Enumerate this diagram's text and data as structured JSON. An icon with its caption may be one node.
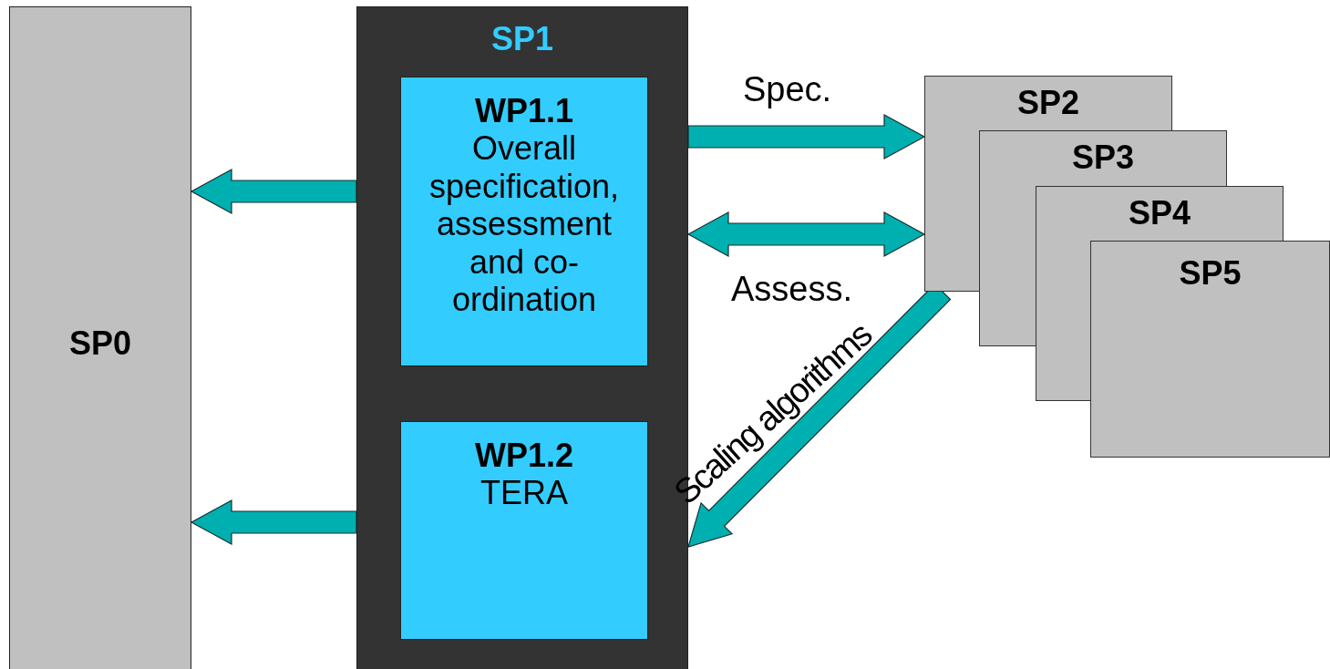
{
  "diagram": {
    "nodes": [
      {
        "text": [
          "SP0"
        ]
      },
      {
        "text": [
          "SP1"
        ]
      },
      {
        "text": [
          "WP1.1",
          "Overall specification, assessment and co-ordination"
        ],
        "in": 1
      },
      {
        "text": [
          "WP1.2",
          "TERA"
        ],
        "in": 1
      },
      {
        "text": [
          "SP2"
        ]
      },
      {
        "text": [
          "SP3"
        ]
      },
      {
        "text": [
          "SP4"
        ]
      },
      {
        "text": [
          "SP5"
        ]
      }
    ],
    "edges": [
      {
        "from": 1,
        "to": 0,
        "arrow": "to"
      },
      {
        "from": 1,
        "to": 0,
        "arrow": "to"
      },
      {
        "from": 1,
        "to": 4,
        "arrow": "to",
        "label": "Spec."
      },
      {
        "from": 1,
        "to": 4,
        "arrow": "both",
        "label": "Assess."
      },
      {
        "from": 4,
        "to": 1,
        "arrow": "to",
        "label": "Scaling algorithms"
      }
    ]
  }
}
